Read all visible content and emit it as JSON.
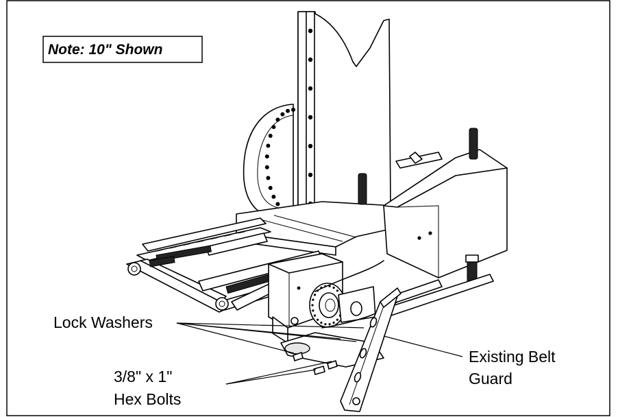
{
  "note": "Note: 10\" Shown",
  "labels": {
    "lock_washers": "Lock Washers",
    "existing_belt_guard_line1": "Existing Belt",
    "existing_belt_guard_line2": "Guard",
    "hex_bolts_line1": "3/8\" x 1\"",
    "hex_bolts_line2": "Hex Bolts"
  }
}
